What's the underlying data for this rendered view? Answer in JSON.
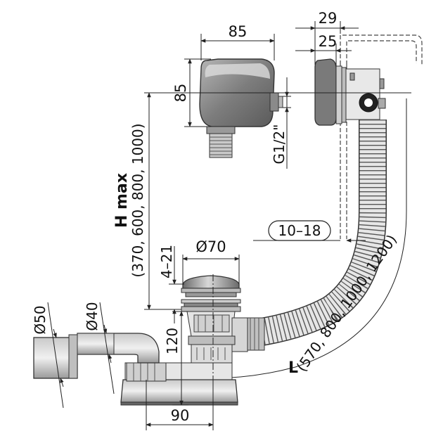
{
  "dimensions": {
    "overflow_width": "85",
    "overflow_height": "85",
    "flange_depth": "29",
    "body_depth": "25",
    "thread": "G1/2\"",
    "wall_thickness": "10–18",
    "drain_diameter": "Ø70",
    "plug_travel": "4–21",
    "outlet_outer_diameter": "Ø50",
    "outlet_inner_diameter": "Ø40",
    "trap_height": "120",
    "trap_width": "90",
    "h_max_label": "H max",
    "h_max_values": "(370, 600, 800, 1000)",
    "length_label": "L",
    "length_values": "(570, 800, 1000, 1200)"
  },
  "colors": {
    "line": "#222222",
    "grey_body": "#8a8a8a",
    "dark_body": "#5a5a5a",
    "light_body": "#c8c8c8"
  }
}
